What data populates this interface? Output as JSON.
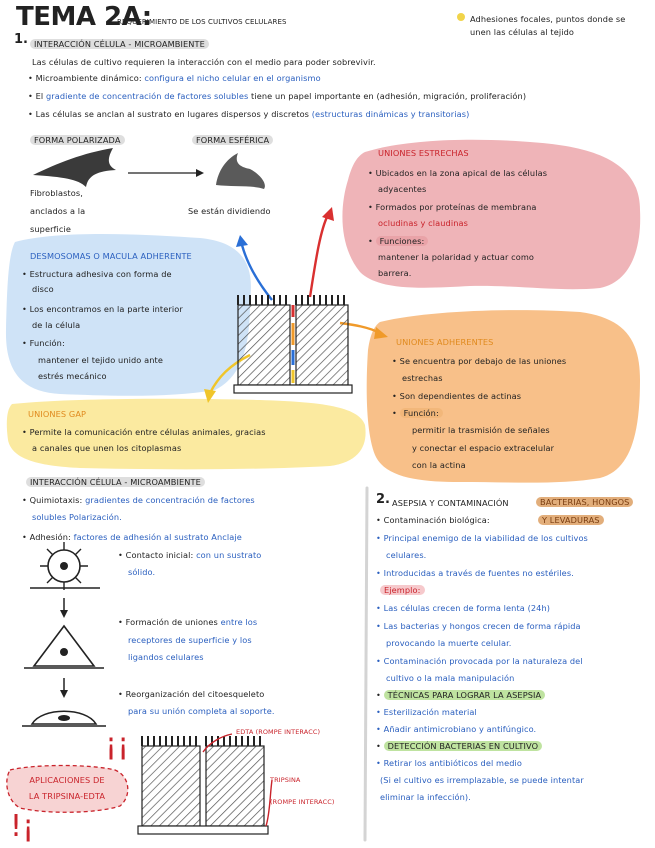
{
  "title": {
    "main": "TEMA 2A:",
    "sub": "REQUERIMIENTO DE LOS CULTIVOS CELULARES"
  },
  "focal_note": {
    "line1": "Adhesiones focales, puntos donde se",
    "line2": "unen las células al tejido"
  },
  "section1": {
    "num": "1.",
    "heading": "INTERACCIÓN CÉLULA - MICROAMBIENTE",
    "intro": "Las células de cultivo requieren la interacción con el medio para poder sobrevivir.",
    "b1_a": "Microambiente dinámico:",
    "b1_b": "configura el nicho celular en el organismo",
    "b2_a": "El",
    "b2_b": "gradiente de concentración de factores solubles",
    "b2_c": "tiene un papel importante en (adhesión, migración, proliferación)",
    "b3_a": "Las células se anclan al sustrato en lugares dispersos y discretos",
    "b3_b": "(estructuras dinámicas y transitorias)"
  },
  "shapes": {
    "polarized": "FORMA POLARIZADA",
    "spherical": "FORMA ESFÉRICA",
    "fib1": "Fibroblastos,",
    "fib2": "anclados a la",
    "fib3": "superficie",
    "div": "Se están dividiendo"
  },
  "tight": {
    "title": "UNIONES ESTRECHAS",
    "b1a": "Ubicados en la zona apical de las células",
    "b1b": "adyacentes",
    "b2a": "Formados por proteínas de membrana",
    "b2b": "ocludinas y claudinas",
    "func": "Funciones:",
    "f1": "mantener la polaridad y actuar como",
    "f2": "barrera."
  },
  "desmo": {
    "title": "DESMOSOMAS O MACULA ADHERENTE",
    "b1a": "Estructura adhesiva con forma de",
    "b1b": "disco",
    "b2a": "Los encontramos en la parte interior",
    "b2b": "de la célula",
    "func": "Función:",
    "f1": "mantener el tejido unido ante",
    "f2": "estrés mecánico"
  },
  "adher": {
    "title": "UNIONES ADHERENTES",
    "b1a": "Se encuentra por debajo de las uniones",
    "b1b": "estrechas",
    "b2": "Son dependientes de actinas",
    "func": "Función:",
    "f1": "permitir la trasmisión de señales",
    "f2": "y conectar el espacio extracelular",
    "f3": "con la actina"
  },
  "gap": {
    "title": "UNIONES GAP",
    "l1": "Permite la comunicación entre células animales, gracias",
    "l2": "a canales que unen los citoplasmas"
  },
  "left2": {
    "heading": "INTERACCIÓN CÉLULA - MICROAMBIENTE",
    "q_a": "Quimiotaxis:",
    "q_b": "gradientes de concentración de factores",
    "q_c": "solubles",
    "q_d": "Polarización.",
    "ad_a": "Adhesión:",
    "ad_b": "factores de adhesión al sustrato",
    "ad_c": "Anclaje",
    "c1a": "Contacto inicial:",
    "c1b": "con un sustrato",
    "c1c": "sólido.",
    "c2a": "Formación de uniones",
    "c2b": "entre los",
    "c2c": "receptores de superficie y los",
    "c2d": "ligandos celulares",
    "c3a": "Reorganización del citoesqueleto",
    "c3b": "para su unión completa al soporte.",
    "edta": "EDTA (ROMPE INTERACC)",
    "trip1": "TRIPSINA",
    "trip2": "(ROMPE INTERACC)",
    "apl1": "APLICACIONES DE",
    "apl2": "LA TRIPSINA-EDTA",
    "excl1": "¡¡",
    "excl2": "!¡"
  },
  "section2": {
    "num": "2.",
    "heading": "ASEPSIA Y CONTAMINACIÓN",
    "tag1": "BACTERIAS, HONGOS",
    "tag2": "Y LEVADURAS",
    "cont": "Contaminación biológica:",
    "p1a": "Principal enemigo de la viabilidad de los cultivos",
    "p1b": "celulares.",
    "p2": "Introducidas a través de fuentes no estériles.",
    "ej": "Ejemplo:",
    "e1": "Las células crecen de forma lenta (24h)",
    "e2a": "Las bacterias y hongos crecen de forma rápida",
    "e2b": "provocando la muerte celular.",
    "e3a": "Contaminación provocada por la naturaleza del",
    "e3b": "cultivo o la mala manipulación",
    "t1": "TÉCNICAS PARA LOGRAR LA ASEPSIA",
    "t2": "Esterilización material",
    "t3": "Añadir antimicrobiano y antifúngico.",
    "t4": "DETECCIÓN BACTERIAS EN CULTIVO",
    "t5": "Retirar los antibióticos del medio",
    "t6a": "(Si el cultivo es irremplazable, se puede intentar",
    "t6b": "eliminar la infección)."
  }
}
